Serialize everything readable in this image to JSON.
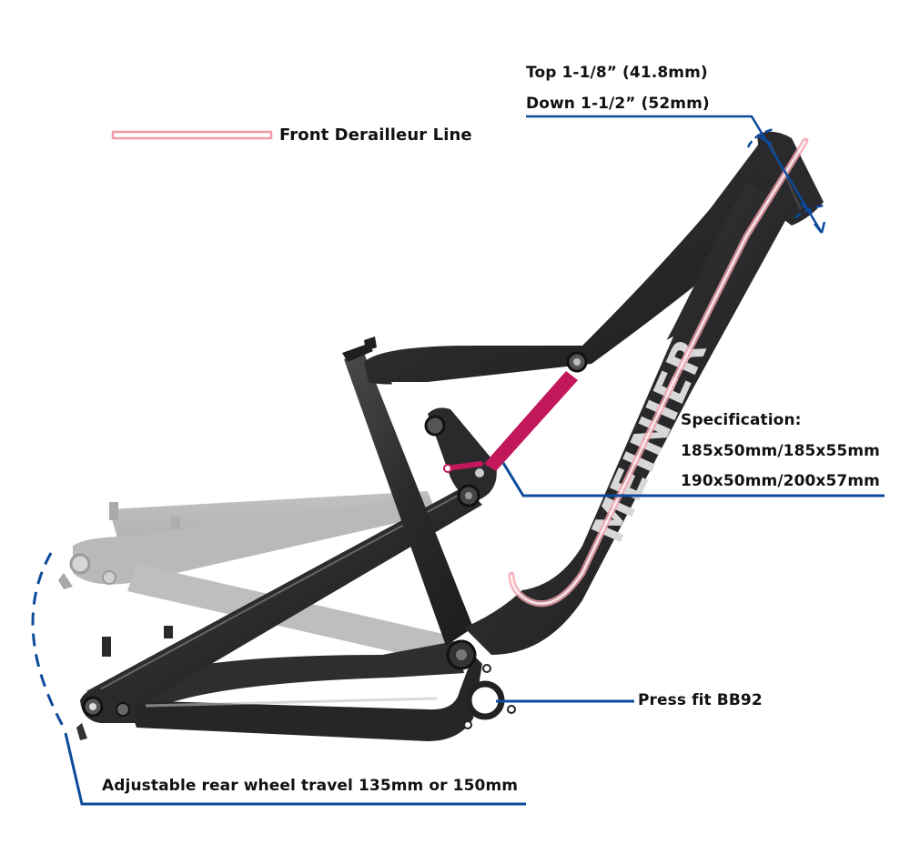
{
  "diagram": {
    "subject": "Full-suspension carbon mountain bike frame",
    "brand_text": "MEINIER",
    "colors": {
      "background": "#ffffff",
      "frame": "#2b2b2d",
      "frame_ghost": "#a9a9a9",
      "link_rod": "#c2185b",
      "callout_line": "#0d4a9b",
      "derailleur_line": "#f4a0ad",
      "text": "#111111"
    },
    "legend": {
      "front_derailleur": {
        "label": "Front Derailleur Line",
        "swatch": "pink-outlined-bar"
      }
    },
    "callouts": {
      "headtube": {
        "line1": "Top 1-1/8”  (41.8mm)",
        "line2": "Down 1-1/2”  (52mm)"
      },
      "shock": {
        "title": "Specification:",
        "line1": "185x50mm/185x55mm",
        "line2": "190x50mm/200x57mm"
      },
      "bottom_bracket": {
        "label": "Press fit BB92"
      },
      "rear_travel": {
        "label": "Adjustable rear wheel travel 135mm or 150mm"
      }
    }
  }
}
